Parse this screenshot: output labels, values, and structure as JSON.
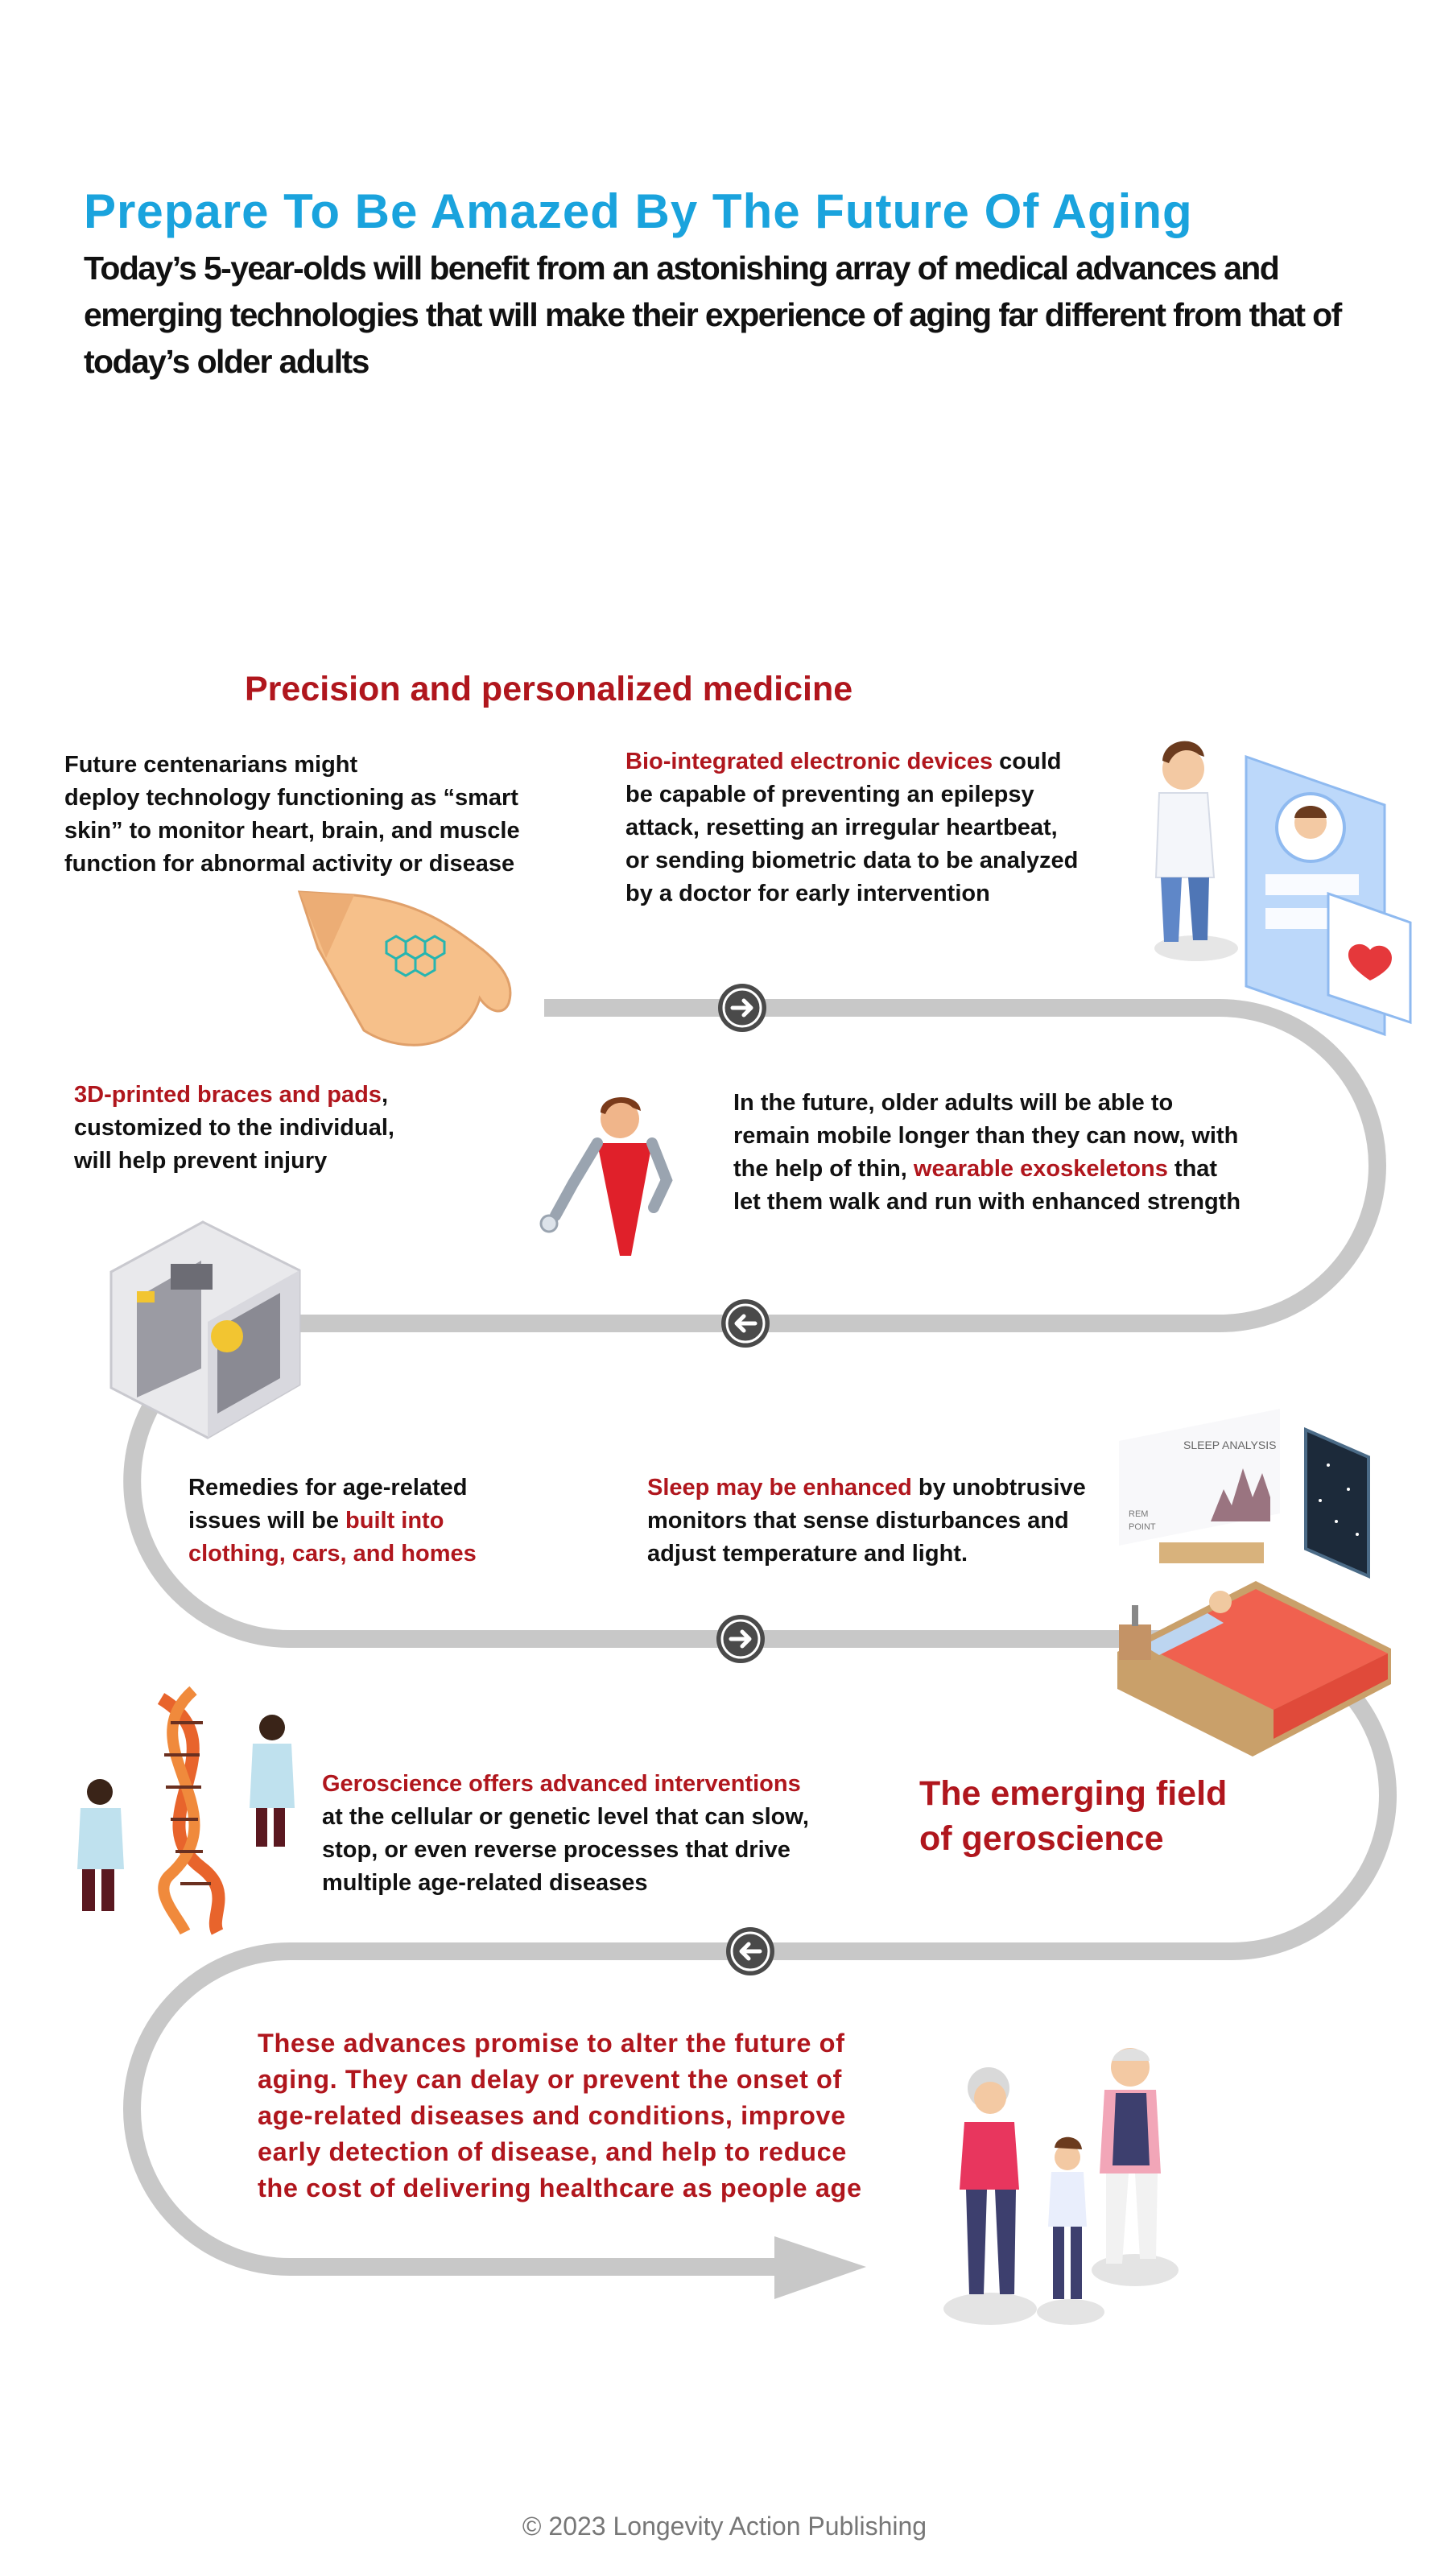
{
  "header": {
    "title": "Prepare To Be Amazed By The Future Of Aging",
    "subtitle": "Today’s 5-year-olds will benefit from an astonishing array of medical advances  and emerging technologies that will make their experience of aging far different  from that of today’s older adults"
  },
  "sections": {
    "precision": {
      "title": "Precision and personalized medicine"
    },
    "geroscience": {
      "title_line1": "The emerging field",
      "title_line2": "of geroscience"
    }
  },
  "items": {
    "smart_skin": {
      "line1": "Future centenarians might",
      "line2": "deploy technology functioning as “smart",
      "line3": "skin” to monitor heart, brain, and muscle",
      "line4": "function for abnormal activity or disease"
    },
    "bio_devices": {
      "highlight": "Bio-integrated electronic devices",
      "line1_rest": " could",
      "line2": "be capable of preventing an epilepsy",
      "line3": "attack, resetting an irregular heartbeat,",
      "line4": "or sending biometric data to be analyzed",
      "line5": "by a doctor for early intervention"
    },
    "braces": {
      "highlight": "3D-printed braces and pads",
      "line1_rest": ",",
      "line2": "customized to the individual,",
      "line3": "will help prevent injury"
    },
    "exoskeletons": {
      "line1": "In the future, older adults will be able to",
      "line2": "remain mobile longer than they can now, with",
      "line3_pre": "the help of thin, ",
      "highlight": "wearable exoskeletons",
      "line3_post": " that",
      "line4": "let them walk and run with enhanced strength"
    },
    "remedies": {
      "line1": "Remedies for age-related",
      "line2_pre": "issues will be ",
      "highlight_a": "built into",
      "highlight_b": "clothing, cars, and homes"
    },
    "sleep": {
      "highlight": "Sleep may be enhanced",
      "line1_rest": " by unobtrusive",
      "line2": "monitors that sense disturbances and",
      "line3": "adjust temperature and light."
    },
    "interventions": {
      "highlight": "Geroscience offers advanced interventions",
      "line2": "at the cellular or genetic level that can slow,",
      "line3": "stop, or even reverse processes that drive",
      "line4": "multiple age-related diseases"
    },
    "conclusion": {
      "line1": "These advances promise to alter the future of",
      "line2": "aging. They can delay or prevent the onset of",
      "line3": "age-related diseases and conditions, improve",
      "line4": "early detection of disease, and help to reduce",
      "line5": "the cost of delivering healthcare as people age"
    }
  },
  "illustrations": {
    "monitor_panel": {
      "title": "SLEEP ANALYSIS",
      "label_a": "REM",
      "label_b": "POINT"
    }
  },
  "footer": {
    "copyright": "© 2023 Longevity Action Publishing"
  },
  "colors": {
    "title_blue": "#1aa3dd",
    "accent_red": "#b0161d",
    "path_gray": "#c8c8c8",
    "arrow_dark": "#4a4a4a"
  },
  "icons": [
    "arrow-right-icon",
    "arrow-left-icon",
    "arrow-right-icon",
    "arrow-left-icon"
  ]
}
